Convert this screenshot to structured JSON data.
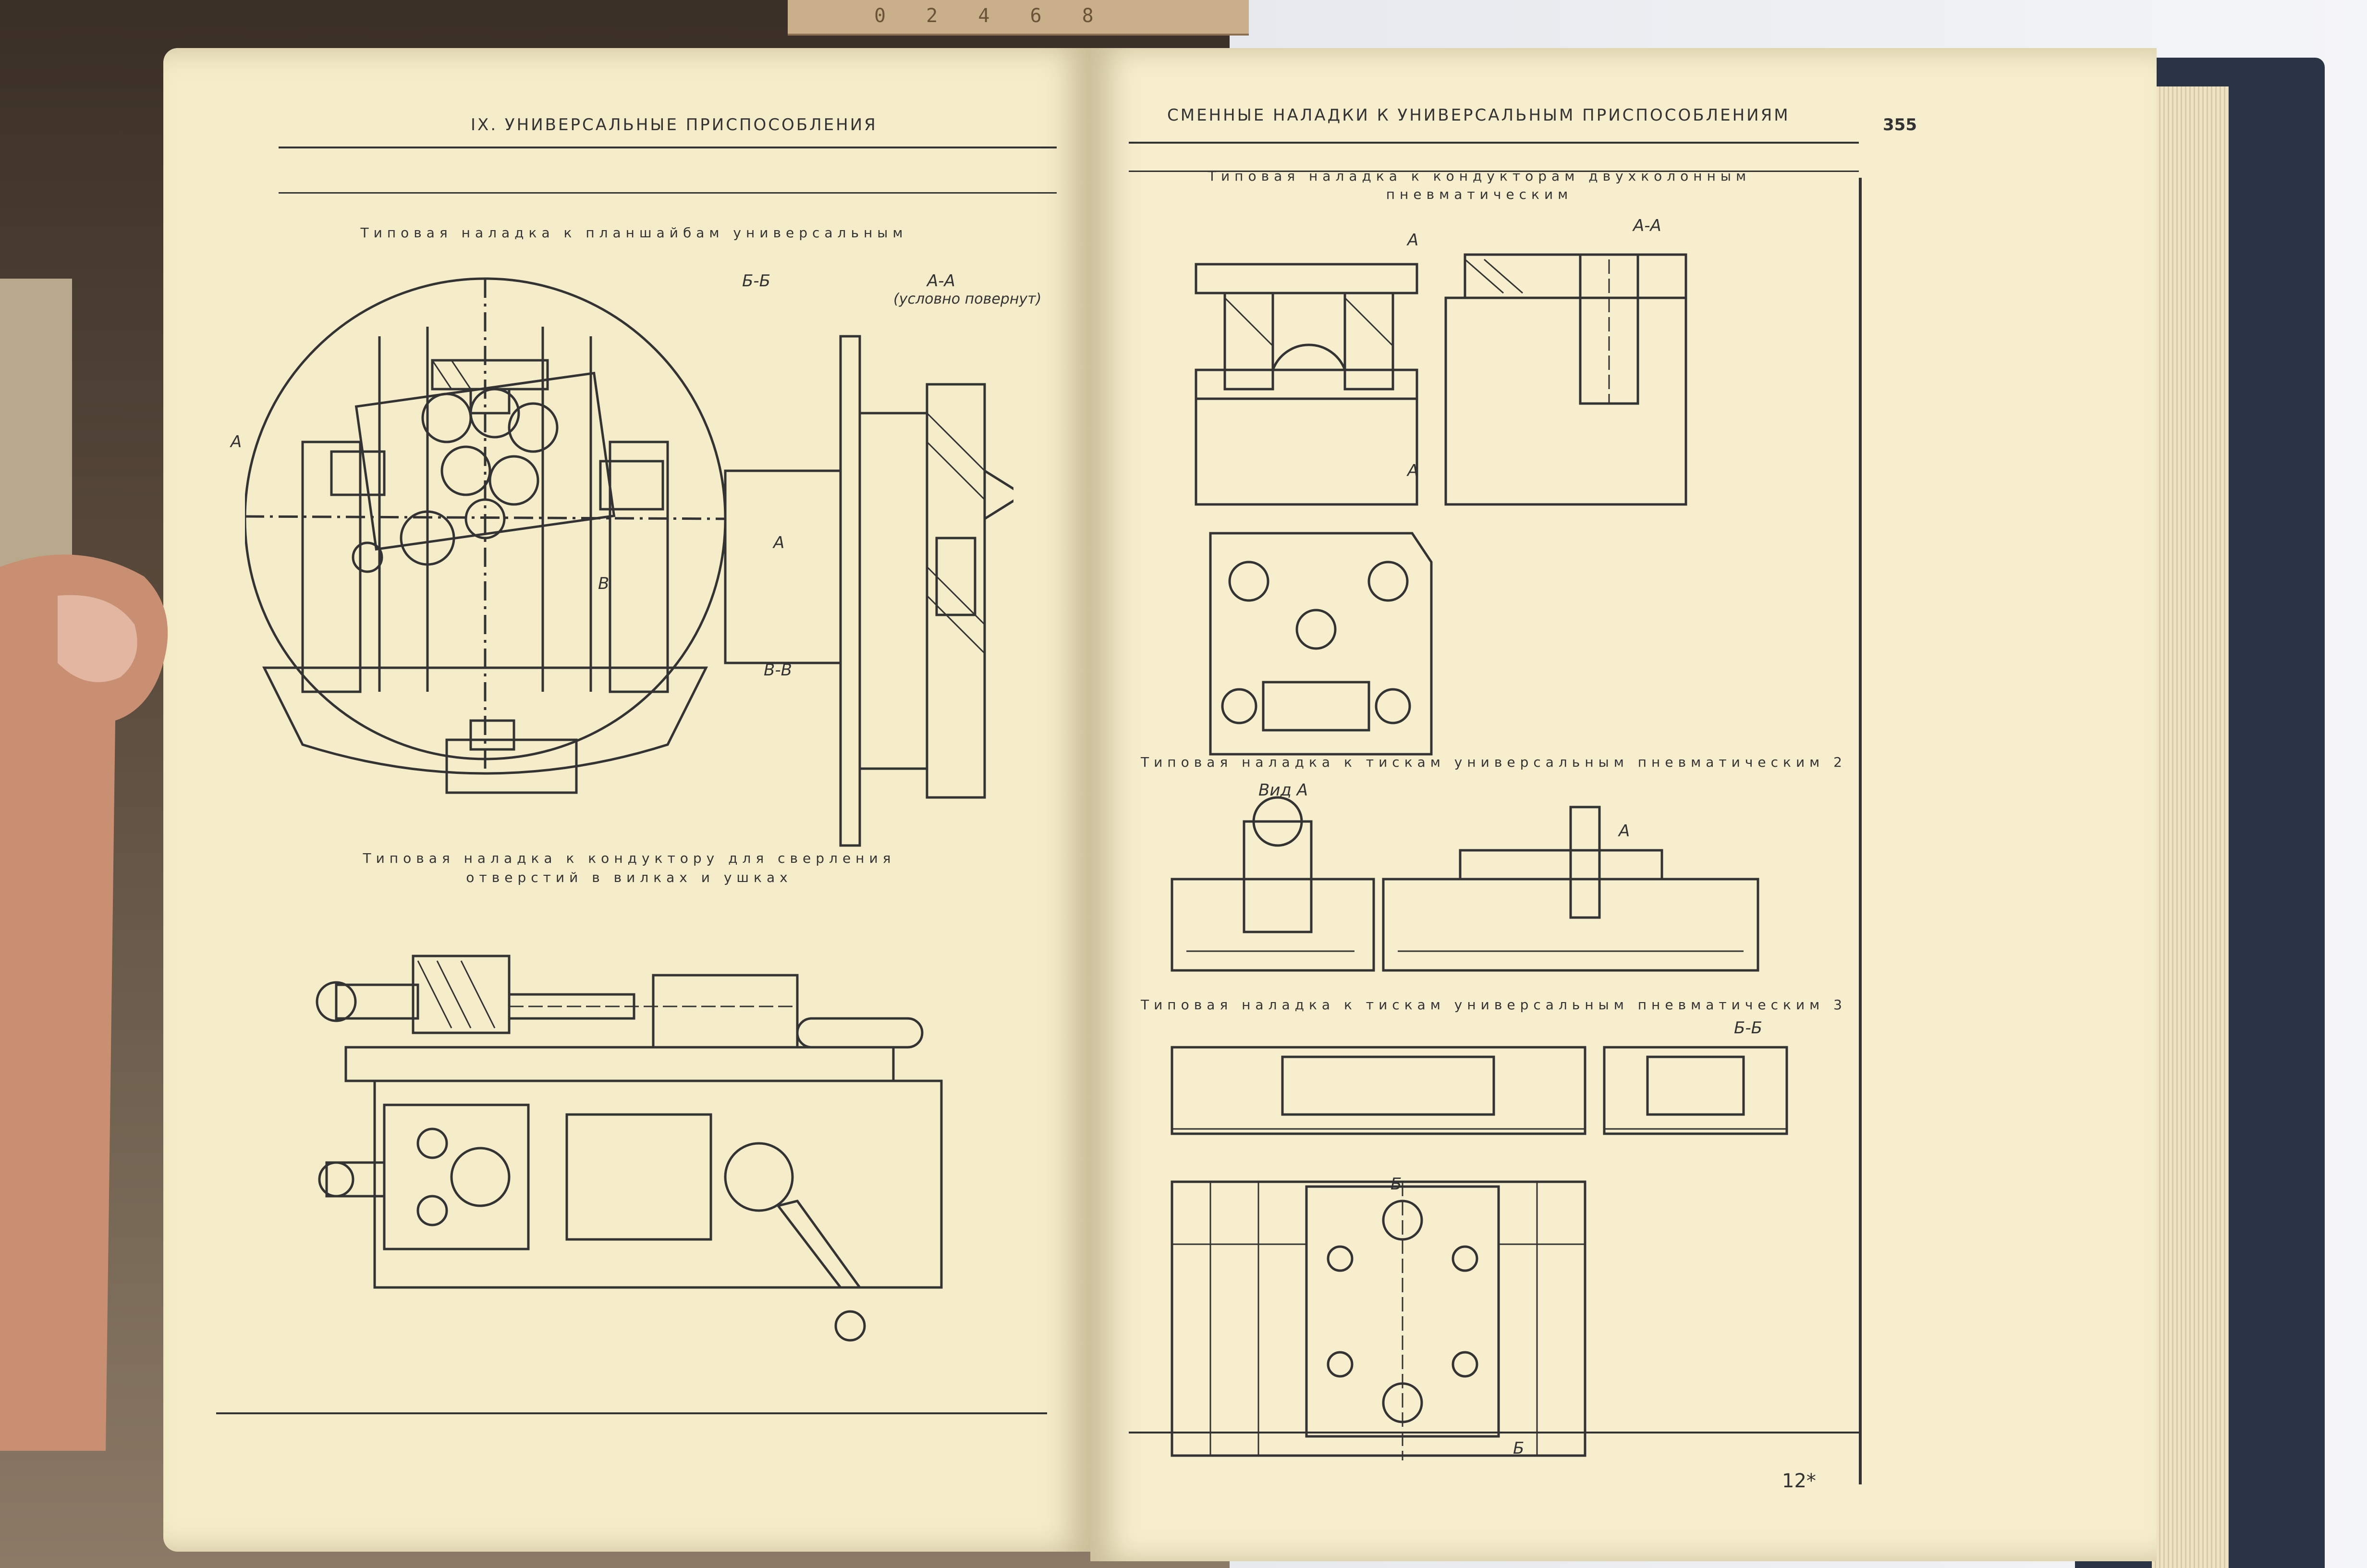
{
  "left_page": {
    "header": "IX. УНИВЕРСАЛЬНЫЕ ПРИСПОСОБЛЕНИЯ",
    "fig1_caption": "Типовая наладка к планшайбам универсальным",
    "fig1_labels": {
      "bb": "Б-Б",
      "aa": "А-А",
      "aa_note": "(условно повернут)",
      "vv": "В-В",
      "a": "А",
      "a2": "А",
      "v": "В"
    },
    "fig2_caption_line1": "Типовая наладка к кондуктору для сверления",
    "fig2_caption_line2": "отверстий в вилках и ушках"
  },
  "right_page": {
    "header": "СМЕННЫЕ НАЛАДКИ К УНИВЕРСАЛЬНЫМ ПРИСПОСОБЛЕНИЯМ",
    "page_number": "355",
    "fig1_caption_line1": "Типовая наладка к кондукторам двухколонным",
    "fig1_caption_line2": "пневматическим",
    "fig1_labels": {
      "aa": "А-А",
      "a_top": "А",
      "a_bottom": "А"
    },
    "fig2_caption": "Типовая наладка к тискам универсальным пневматическим 2",
    "fig2_labels": {
      "view": "Вид А",
      "a": "А"
    },
    "fig3_caption": "Типовая наладка к тискам универсальным пневматическим 3",
    "fig3_labels": {
      "bb": "Б-Б",
      "b_top": "Б",
      "b_bottom": "Б"
    },
    "signature": "12*"
  },
  "ruler_text": "0 2 4 6 8"
}
